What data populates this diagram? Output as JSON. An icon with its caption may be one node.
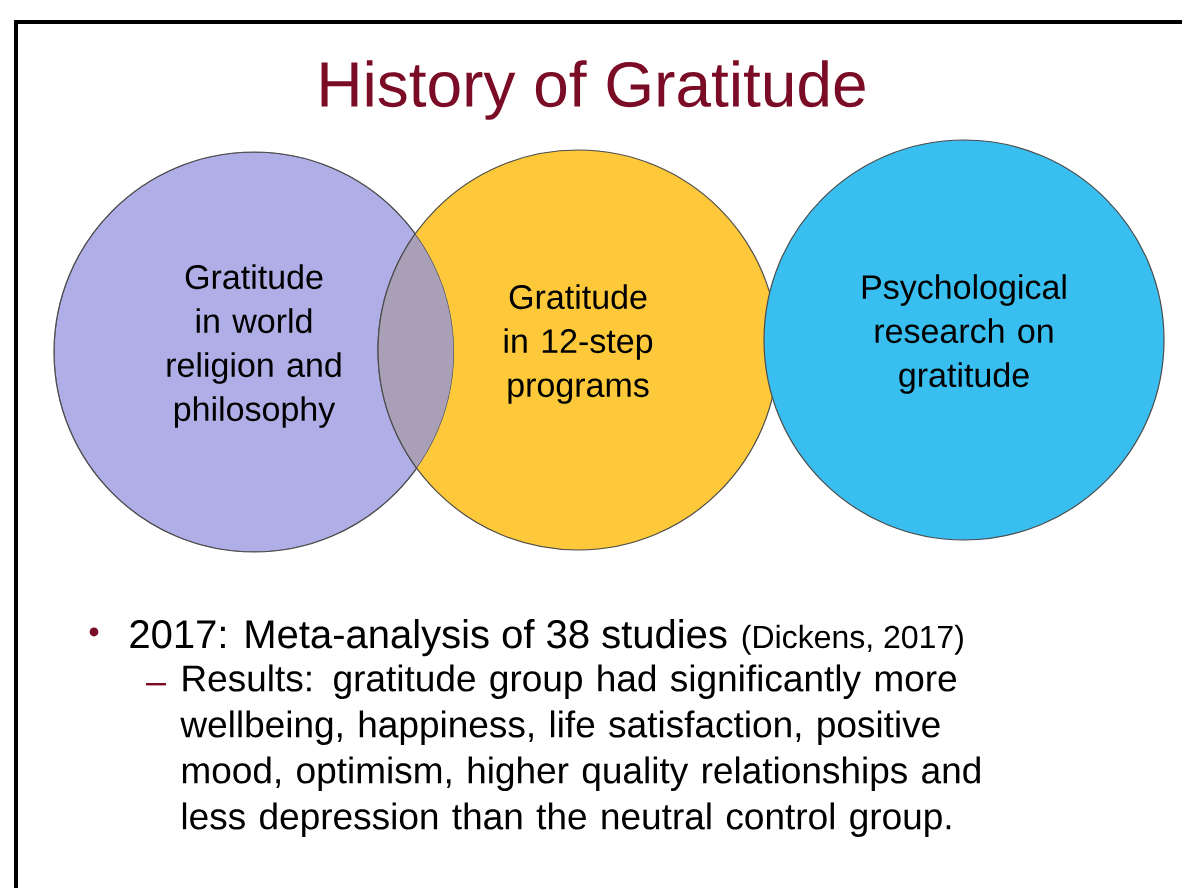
{
  "diagram": {
    "title": "History of Gratitude",
    "nodes": [
      {
        "text": [
          "Gratitude in world religion and philosophy"
        ]
      },
      {
        "text": [
          "Gratitude in 12-step programs"
        ]
      },
      {
        "text": [
          "Psychological research on gratitude"
        ]
      }
    ],
    "labels": [
      "2017: Meta-analysis of 38 studies",
      "(Dickens, 2017)",
      "Results: gratitude group had significantly more wellbeing, happiness, life satisfaction, positive mood, optimism, higher quality relationships and less depression than the neutral control group."
    ]
  }
}
